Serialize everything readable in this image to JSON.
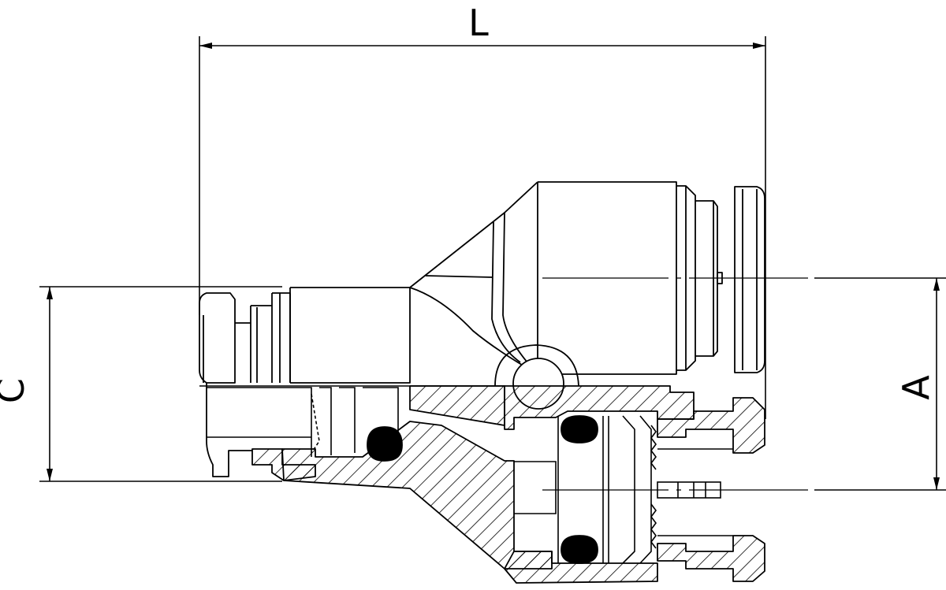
{
  "dimensions": {
    "L": "L",
    "C": "C",
    "A": "A"
  },
  "colors": {
    "line": "#000000",
    "background": "#ffffff",
    "seal": "#000000"
  }
}
